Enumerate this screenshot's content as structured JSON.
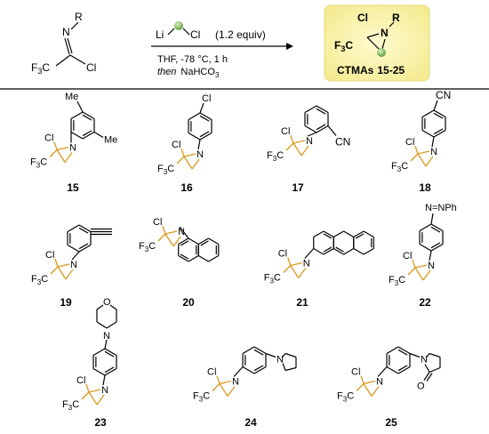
{
  "reaction": {
    "sm_atoms": {
      "n": "N",
      "r": "R",
      "f3c": "F",
      "cl": "Cl"
    },
    "reagent_li": "Li",
    "reagent_cl": "Cl",
    "reagent_equiv": "(1.2 equiv)",
    "condition_line1": "THF, -78 °C, 1 h",
    "condition_then": "then",
    "condition_base": "NaHCO",
    "condition_base_sub": "3",
    "product_atoms": {
      "cl": "Cl",
      "r": "R",
      "n": "N",
      "f3c": "F"
    },
    "product_label": "CTMAs",
    "product_range": "15-25"
  },
  "compounds": [
    {
      "id": "15",
      "sub_1": "Me",
      "sub_2": "Me"
    },
    {
      "id": "16",
      "sub_1": "Cl"
    },
    {
      "id": "17",
      "sub_1": "CN"
    },
    {
      "id": "18",
      "sub_1": "CN"
    },
    {
      "id": "19"
    },
    {
      "id": "20"
    },
    {
      "id": "21"
    },
    {
      "id": "22",
      "sub_1": "N=NPh"
    },
    {
      "id": "23",
      "sub_1": "O",
      "sub_2": "N"
    },
    {
      "id": "24",
      "sub_1": "N"
    },
    {
      "id": "25",
      "sub_1": "N",
      "sub_2": "O"
    }
  ],
  "aziridine": {
    "cl": "Cl",
    "n": "N",
    "f3c": "F"
  },
  "colors": {
    "accent": "#d99a1e",
    "highlight_bg": "#fbf6b4",
    "node_green": "#8ec36a"
  }
}
